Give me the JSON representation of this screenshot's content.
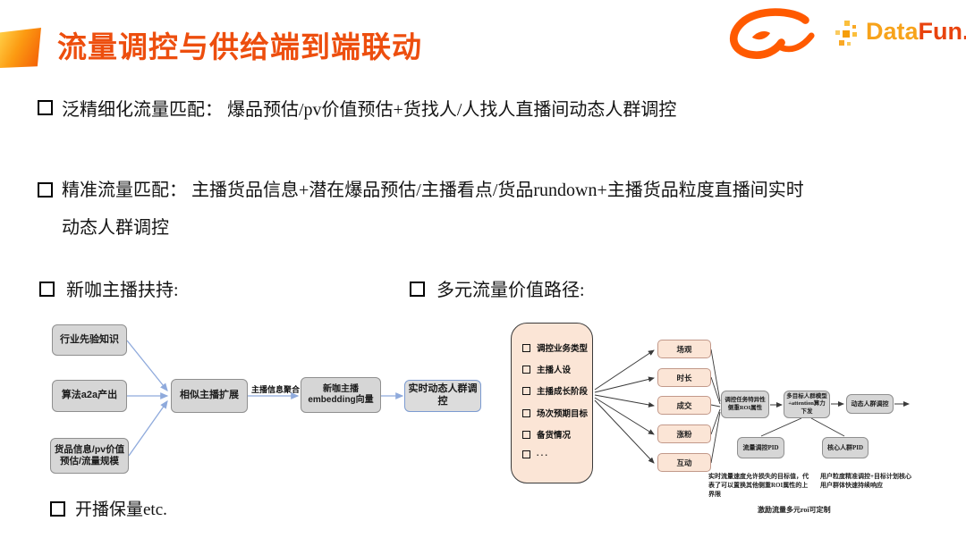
{
  "header": {
    "title": "流量调控与供给端到端联动",
    "datafun": {
      "part1": "Data",
      "part2": "Fun."
    }
  },
  "bullets": {
    "b1": "泛精细化流量匹配： 爆品预估/pv价值预估+货找人/人找人直播间动态人群调控",
    "b2_line1": "精准流量匹配： 主播货品信息+潜在爆品预估/主播看点/货品rundown+主播货品粒度直播间实时",
    "b2_line2": "动态人群调控",
    "b3": "新咖主播扶持:",
    "b4": "多元流量价值路径:",
    "b5": "开播保量etc."
  },
  "new_anchor_diagram": {
    "input1": "行业先验知识",
    "input2": "算法a2a产出",
    "input3": "货品信息/pv价值预估/流量规模",
    "expand": "相似主播扩展",
    "edge_label": "主播信息聚合",
    "embedding": "新咖主播embedding向量",
    "output": "实时动态人群调控"
  },
  "value_path_diagram": {
    "factors": [
      "调控业务类型",
      "主播人设",
      "主播成长阶段",
      "场次预期目标",
      "备货情况",
      ". . ."
    ],
    "metrics": [
      "场观",
      "时长",
      "成交",
      "涨粉",
      "互动"
    ],
    "roi_box": "调控任务特异性侧重ROI属性",
    "model_box": "多目标人群模型+attention算力下发",
    "output_box": "动态人群调控",
    "pid1": "流量调控PID",
    "pid2": "核心人群PID",
    "note_left": "实时流量速度允许损失的目标值，代表了可以置换其他侧重ROI属性的上界限",
    "note_right": "用户粒度精准调控+目标计划核心用户群体快速持续响应",
    "note_bottom": "激励流量多元roi可定制"
  },
  "colors": {
    "title_accent": "#ED4E0E",
    "arrow_blue": "#8FAADC",
    "arrow_dark": "#3a3a3a",
    "peach_fill": "#FBE5D6",
    "gray_fill": "#D6D6D6"
  }
}
